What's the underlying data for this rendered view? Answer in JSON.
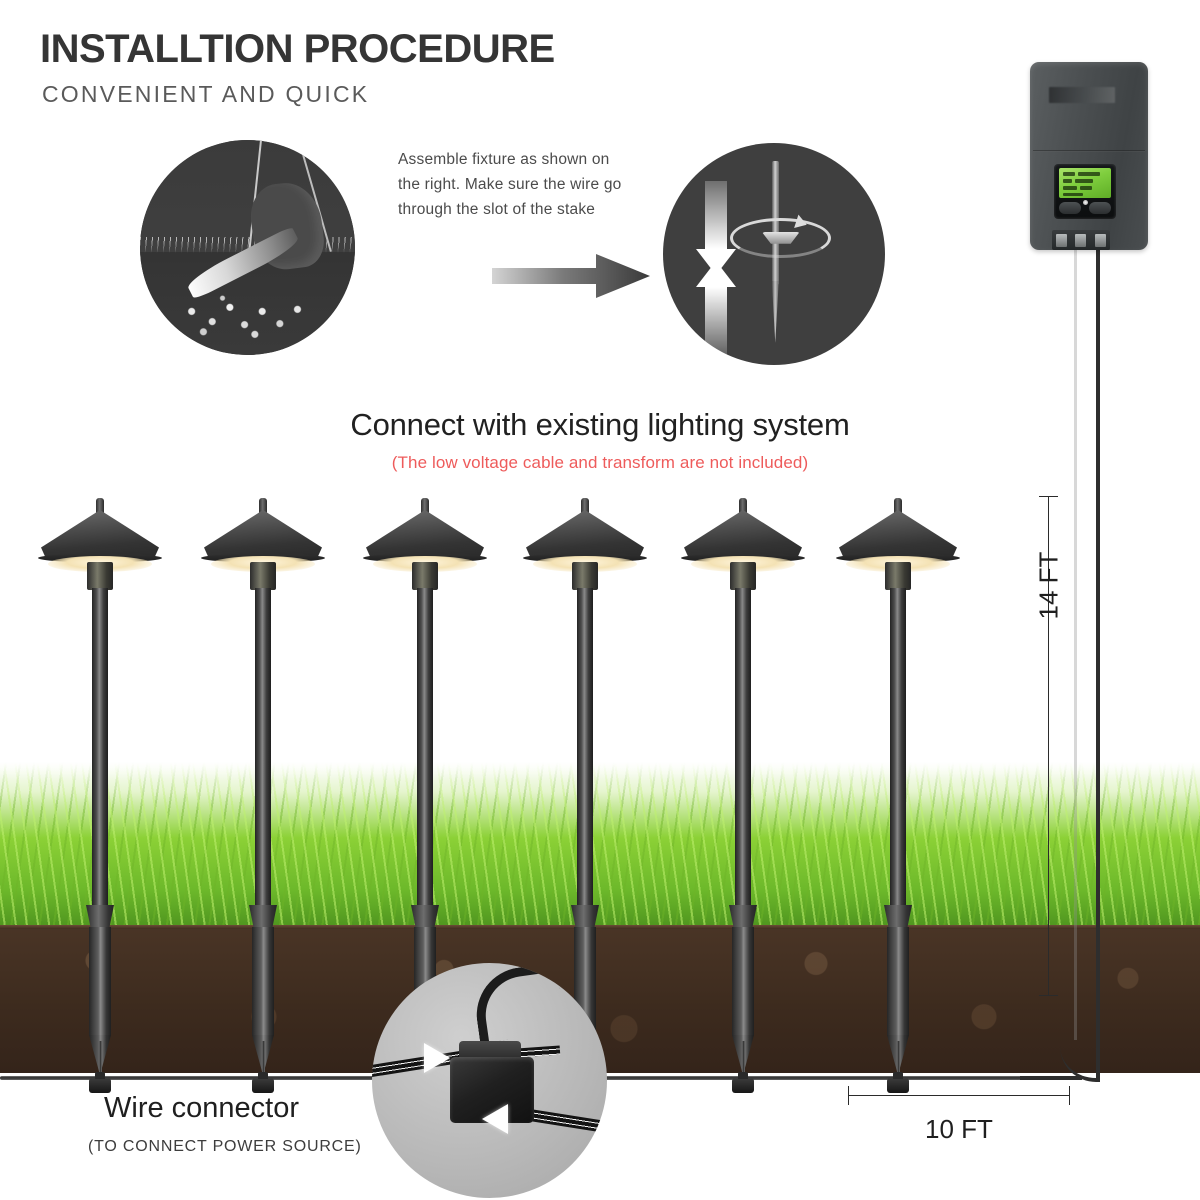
{
  "header": {
    "title": "INSTALLTION PROCEDURE",
    "subtitle": "CONVENIENT AND QUICK"
  },
  "steps": {
    "instruction_text": "Assemble fixture as shown on the right. Make sure the wire go through the slot of the stake",
    "left_circle_name": "dig-and-bury-cable-illustration",
    "right_circle_name": "stake-assembly-push-twist-illustration",
    "arrow_name": "step-flow-arrow"
  },
  "scene": {
    "heading": "Connect with existing lighting system",
    "note": "(The low voltage cable and transform are not included)",
    "fixture_count": 6,
    "fixture_positions": [
      100,
      263,
      425,
      585,
      743,
      898
    ],
    "connector_label": "Wire connector",
    "connector_sublabel": "(TO CONNECT POWER SOURCE)"
  },
  "dimensions": {
    "horizontal_label": "10 FT",
    "vertical_label": "14 FT"
  },
  "transformer": {
    "brand_mark": "",
    "display_name": "lcd-display",
    "button_left": "",
    "button_right": ""
  },
  "colors": {
    "title": "#353535",
    "subtitle": "#5a5a5a",
    "note_red": "#ee5b5b",
    "grass_green": "#8cd136",
    "soil_brown": "#3d2b1e",
    "fixture_dark": "#2a2a2a",
    "lcd_green": "#7fce3e",
    "callout_gray": "#b7b7b7"
  }
}
